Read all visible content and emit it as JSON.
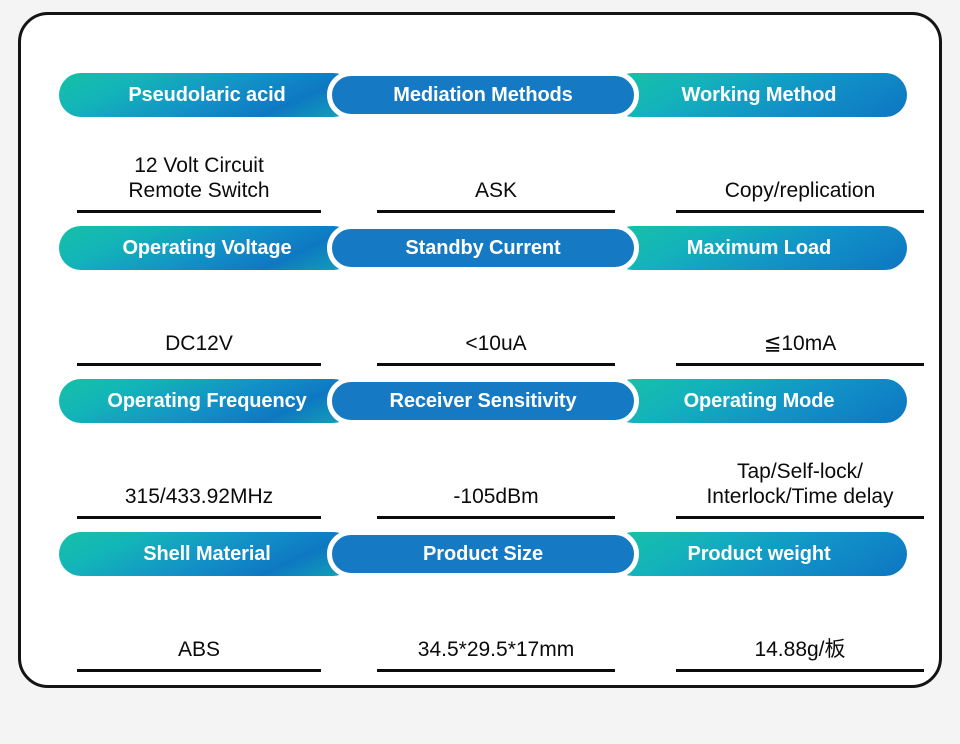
{
  "card": {
    "background": "#ffffff",
    "border_color": "#141414",
    "page_background": "#f4f4f4"
  },
  "theme": {
    "pill_teal": "#14c0a6",
    "pill_blue": "#0d74c0",
    "pill_middle_blue": "#1579c4",
    "pill_label_color": "#ffffff",
    "value_text_color": "#0b0b0b",
    "rule_color": "#0b0b0b"
  },
  "spec_rows": [
    {
      "cells": [
        {
          "label": "Pseudolaric acid",
          "value": "12 Volt Circuit\nRemote Switch"
        },
        {
          "label": "Mediation Methods",
          "value": "ASK"
        },
        {
          "label": "Working Method",
          "value": "Copy/replication"
        }
      ]
    },
    {
      "cells": [
        {
          "label": "Operating Voltage",
          "value": "DC12V"
        },
        {
          "label": "Standby Current",
          "value": "<10uA"
        },
        {
          "label": "Maximum Load",
          "value": "≦10mA"
        }
      ]
    },
    {
      "cells": [
        {
          "label": "Operating Frequency",
          "value": "315/433.92MHz"
        },
        {
          "label": "Receiver Sensitivity",
          "value": "-105dBm"
        },
        {
          "label": "Operating Mode",
          "value": "Tap/Self-lock/\nInterlock/Time delay"
        }
      ]
    },
    {
      "cells": [
        {
          "label": "Shell Material",
          "value": "ABS"
        },
        {
          "label": "Product Size",
          "value": "34.5*29.5*17mm"
        },
        {
          "label": "Product weight",
          "value": "14.88g/板"
        }
      ]
    }
  ]
}
